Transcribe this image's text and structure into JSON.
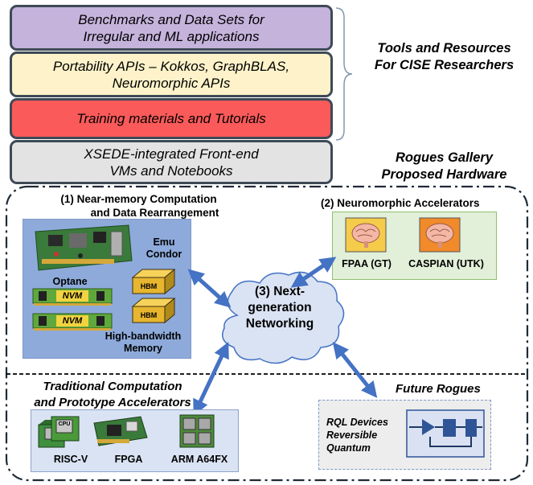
{
  "stack": [
    {
      "line1": "Benchmarks and Data Sets for",
      "line2": "Irregular and ML applications",
      "color": "#c5b3dc"
    },
    {
      "line1": "Portability APIs – Kokkos, GraphBLAS,",
      "line2": "Neuromorphic APIs",
      "color": "#fdf2c9"
    },
    {
      "line1": "Training materials and Tutorials",
      "line2": "",
      "color": "#fb5a5a"
    },
    {
      "line1": "XSEDE-integrated Front-end",
      "line2": "VMs and Notebooks",
      "color": "#e3e3e3"
    }
  ],
  "tools_label": {
    "line1": "Tools and Resources",
    "line2": "For CISE Researchers"
  },
  "rogues_label": {
    "line1": "Rogues Gallery",
    "line2": "Proposed  Hardware"
  },
  "near_memory": {
    "title1": "(1) Near-memory Computation",
    "title2": "and Data Rearrangement",
    "emu1": "Emu",
    "emu2": "Condor",
    "optane": "Optane",
    "nvm": "NVM",
    "hbm": "HBM",
    "hbm_label1": "High-bandwidth",
    "hbm_label2": "Memory",
    "color": "#8eaadb"
  },
  "neuromorphic": {
    "title": "(2) Neuromorphic  Accelerators",
    "fpaa": "FPAA (GT)",
    "caspian": "CASPIAN (UTK)",
    "color": "#e2efd9"
  },
  "networking": {
    "line1": "(3) Next-",
    "line2": "generation",
    "line3": "Networking"
  },
  "traditional": {
    "title1": "Traditional Computation",
    "title2": "and Prototype Accelerators",
    "riscv": "RISC-V",
    "fpga": "FPGA",
    "arm": "ARM A64FX",
    "chip": "CPU",
    "color": "#dae3f3"
  },
  "future": {
    "title": "Future Rogues",
    "line1": "RQL Devices",
    "line2": "Reversible",
    "line3": "Quantum"
  }
}
